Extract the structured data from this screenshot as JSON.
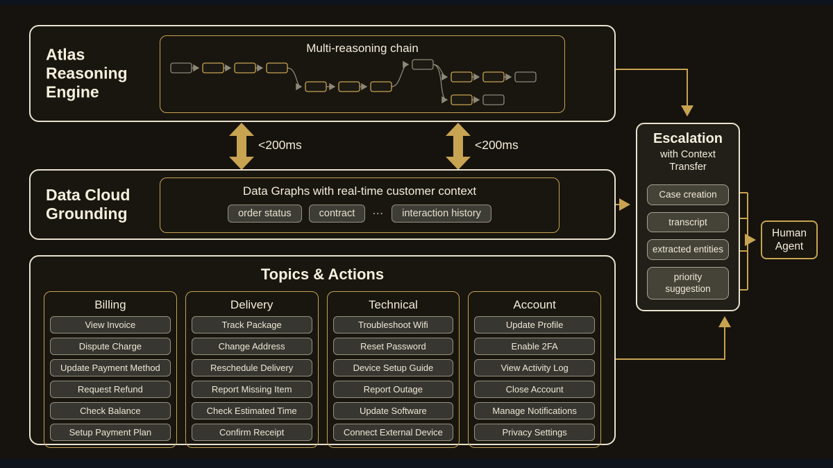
{
  "colors": {
    "background": "#16130e",
    "accent_gold": "#c8a352",
    "border_cream": "#e9e2cf",
    "text_cream": "#f4eedc"
  },
  "atlas": {
    "title": "Atlas Reasoning Engine",
    "chain_title": "Multi-reasoning chain"
  },
  "latency": {
    "left": "<200ms",
    "right": "<200ms"
  },
  "data_cloud": {
    "title": "Data Cloud Grounding",
    "heading": "Data Graphs with real-time customer context",
    "pills": [
      "order status",
      "contract",
      "interaction history"
    ],
    "ellipsis": "⋯"
  },
  "topics": {
    "title": "Topics & Actions",
    "columns": [
      {
        "title": "Billing",
        "items": [
          "View Invoice",
          "Dispute Charge",
          "Update Payment Method",
          "Request Refund",
          "Check Balance",
          "Setup Payment Plan"
        ]
      },
      {
        "title": "Delivery",
        "items": [
          "Track Package",
          "Change Address",
          "Reschedule Delivery",
          "Report Missing Item",
          "Check Estimated Time",
          "Confirm Receipt"
        ]
      },
      {
        "title": "Technical",
        "items": [
          "Troubleshoot Wifi",
          "Reset Password",
          "Device Setup Guide",
          "Report Outage",
          "Update Software",
          "Connect External Device"
        ]
      },
      {
        "title": "Account",
        "items": [
          "Update Profile",
          "Enable 2FA",
          "View Activity Log",
          "Close Account",
          "Manage Notifications",
          "Privacy Settings"
        ]
      }
    ]
  },
  "escalation": {
    "title": "Escalation",
    "subtitle": "with Context Transfer",
    "items": [
      "Case creation",
      "transcript",
      "extracted entities",
      "priority suggestion"
    ]
  },
  "human_agent": {
    "label": "Human Agent"
  }
}
